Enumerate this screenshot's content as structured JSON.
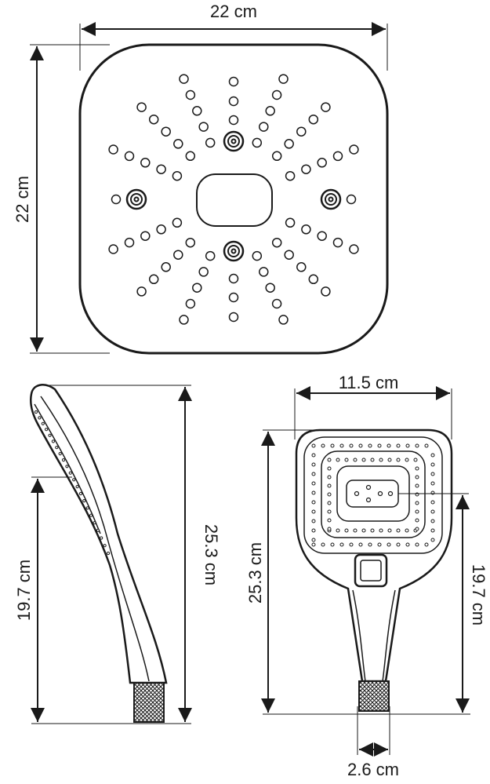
{
  "shower_head_dimensions": {
    "width": "22 cm",
    "height": "22 cm"
  },
  "hand_shower_dimensions": {
    "side_total_height": "25.3 cm",
    "side_handle_height": "19.7 cm",
    "front_width": "11.5 cm",
    "front_total_height": "25.3 cm",
    "front_handle_height": "19.7 cm",
    "connector_width": "2.6 cm"
  },
  "colors": {
    "line": "#1a1a1a",
    "background": "#ffffff"
  }
}
